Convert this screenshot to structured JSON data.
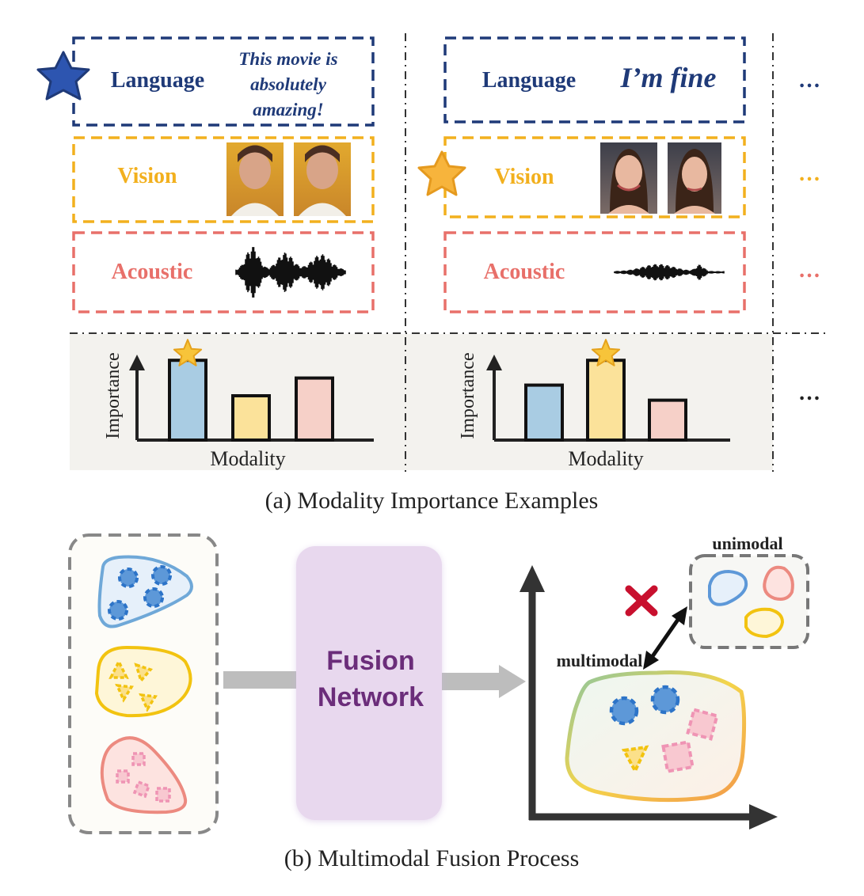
{
  "panel_a": {
    "caption": "(a) Modality Importance Examples",
    "example1": {
      "language_label": "Language",
      "text_lines": [
        "This movie is",
        "absolutely",
        "amazing!"
      ],
      "vision_label": "Vision",
      "acoustic_label": "Acoustic",
      "star_modality": "Language"
    },
    "example2": {
      "language_label": "Language",
      "text": "I’m fine",
      "vision_label": "Vision",
      "acoustic_label": "Acoustic",
      "star_modality": "Vision"
    },
    "ellipsis": "…",
    "charts": {
      "ylabel": "Importance",
      "xlabel": "Modality"
    }
  },
  "chart_data": [
    {
      "type": "bar",
      "categories": [
        "Language",
        "Vision",
        "Acoustic"
      ],
      "values": [
        0.9,
        0.5,
        0.7
      ],
      "ylabel": "Importance",
      "xlabel": "Modality",
      "highlighted": "Language",
      "colors": [
        "#a9cce3",
        "#fbe29a",
        "#f6d0c8"
      ]
    },
    {
      "type": "bar",
      "categories": [
        "Language",
        "Vision",
        "Acoustic"
      ],
      "values": [
        0.62,
        0.9,
        0.45
      ],
      "ylabel": "Importance",
      "xlabel": "Modality",
      "highlighted": "Vision",
      "colors": [
        "#a9cce3",
        "#fbe29a",
        "#f6d0c8"
      ]
    }
  ],
  "panel_b": {
    "caption": "(b) Multimodal Fusion Process",
    "fusion_line1": "Fusion",
    "fusion_line2": "Network",
    "unimodal_label": "unimodal",
    "multimodal_label": "multimodal"
  },
  "colors": {
    "language": "#1f3a78",
    "vision": "#f2b01e",
    "acoustic": "#e8706a",
    "fusion_text": "#6b2d7a",
    "fusion_box": "#e8d8ee",
    "cross": "#c8102e"
  },
  "icons": [
    "star-icon",
    "face-frame-image",
    "waveform-icon",
    "cross-icon",
    "double-arrow-icon"
  ]
}
